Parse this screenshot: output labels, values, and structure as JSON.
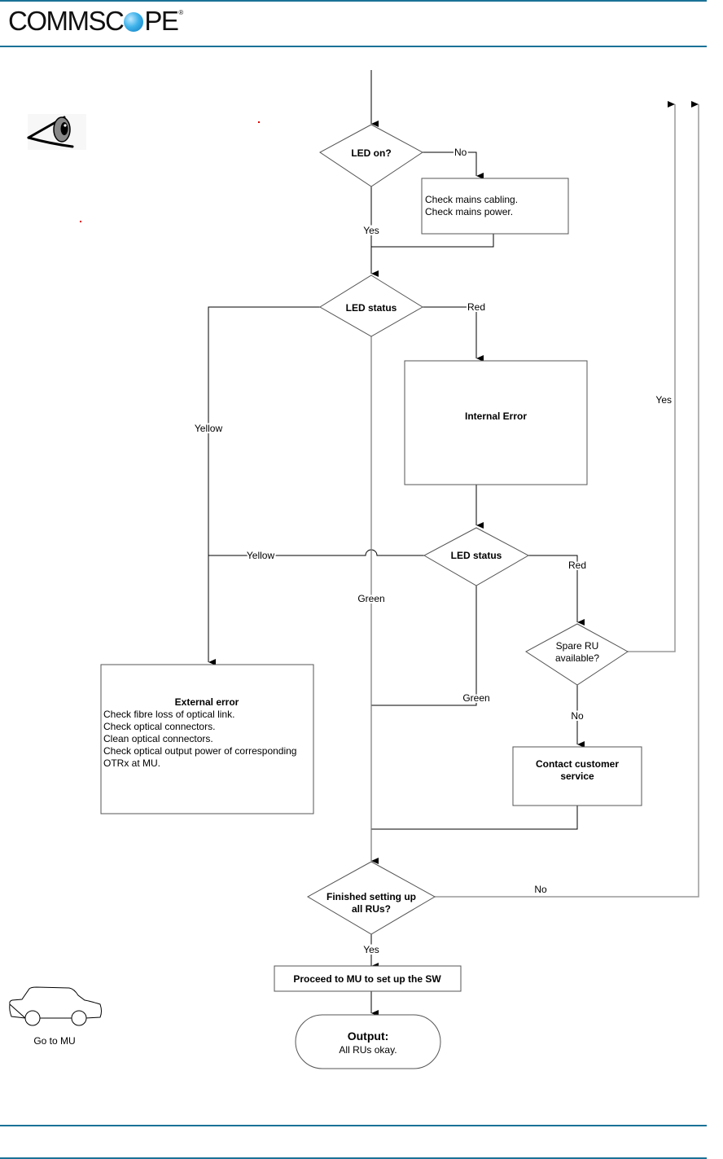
{
  "header": {
    "brand_left": "COMMSC",
    "brand_right": "PE",
    "brand_mark": "®"
  },
  "icons": {
    "inspect": "eye-icon",
    "travel": "car-icon"
  },
  "side_notes": {
    "go_to_mu": "Go to MU"
  },
  "flow": {
    "led_on": {
      "title": "LED on?",
      "no": "No",
      "yes": "Yes"
    },
    "mains_box": {
      "lines": [
        "Check mains cabling.",
        "Check mains power."
      ]
    },
    "led_status_1": {
      "title": "LED status",
      "red": "Red",
      "yellow": "Yellow",
      "green": "Green"
    },
    "internal_error": {
      "title": "Internal Error"
    },
    "led_status_2": {
      "title": "LED status",
      "red": "Red",
      "yellow": "Yellow",
      "green": "Green"
    },
    "spare_ru": {
      "lines": [
        "Spare RU",
        "available?"
      ],
      "yes": "Yes",
      "no": "No"
    },
    "external_error": {
      "title": "External error",
      "lines": [
        "Check fibre loss of optical link.",
        "Check optical connectors.",
        "Clean optical connectors.",
        "Check optical output power of corresponding",
        "OTRx at MU."
      ]
    },
    "contact_service": {
      "lines": [
        "Contact customer",
        "service"
      ]
    },
    "finished": {
      "lines": [
        "Finished setting up",
        "all RUs?"
      ],
      "yes": "Yes",
      "no": "No"
    },
    "proceed": {
      "title": "Proceed to MU to set up the SW"
    },
    "output": {
      "title": "Output:",
      "text": "All RUs okay."
    }
  },
  "colors": {
    "rule": "#1b7297",
    "line": "#000000",
    "shape_border": "#555555",
    "connector_gray": "#9a9a9a"
  }
}
